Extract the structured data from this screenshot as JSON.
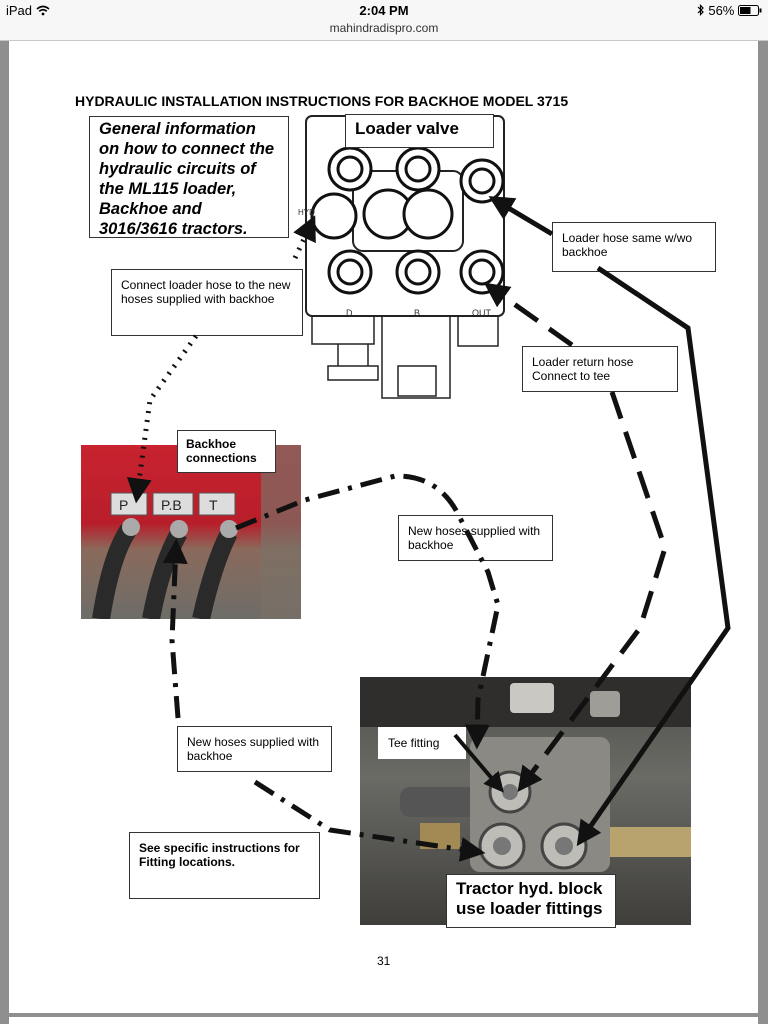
{
  "statusbar": {
    "device": "iPad",
    "time": "2:04 PM",
    "battery": "56%",
    "wifi_icon": "wifi-icon",
    "bluetooth_icon": "bluetooth-icon",
    "battery_icon": "battery-icon"
  },
  "browser": {
    "url": "mahindradispro.com"
  },
  "document": {
    "title": "HYDRAULIC INSTALLATION INSTRUCTIONS FOR BACKHOE MODEL 3715",
    "general_info": "General information on how to connect the hydraulic circuits of the ML115 loader, Backhoe and 3016/3616 tractors.",
    "loader_valve_label": "Loader valve",
    "valve_port_labels": [
      "HYD",
      "D",
      "B",
      "OUT"
    ],
    "loader_hose_note": "Loader hose same w/wo backhoe",
    "connect_loader_hose_note": "Connect loader hose to the new hoses supplied with backhoe",
    "loader_return_note": "Loader return hose Connect to tee",
    "backhoe_connections_label": "Backhoe connections",
    "backhoe_port_labels": [
      "P",
      "P.B",
      "T"
    ],
    "new_hoses_note_1": "New hoses supplied with backhoe",
    "new_hoses_note_2": "New hoses supplied with backhoe",
    "tee_fitting_label": "Tee fitting",
    "specific_instructions_note": "See specific instructions for Fitting locations.",
    "tractor_block_label": "Tractor hyd. block use loader fittings",
    "page_number": "31"
  },
  "colors": {
    "backhoe_photo_red": "#c8232f",
    "tractor_photo_gray": "#6b6b66"
  }
}
